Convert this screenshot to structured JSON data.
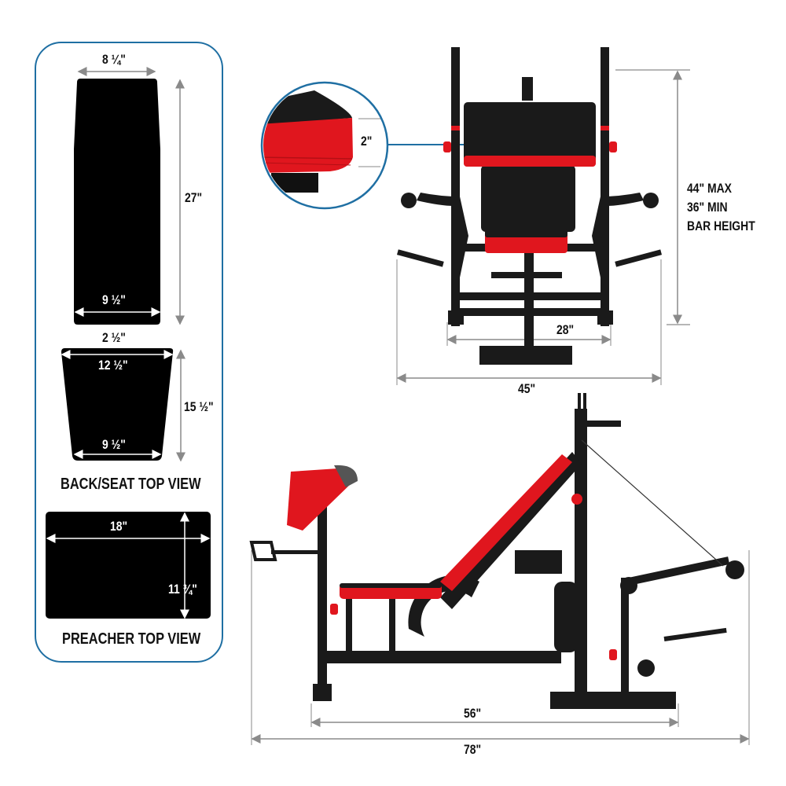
{
  "colors": {
    "panel_border": "#1f6fa3",
    "callout": "#1f6fa3",
    "dimension_line": "#8a8a8a",
    "pad": "#000000",
    "accent_red": "#e0161e",
    "frame": "#1a1a1a"
  },
  "back_pad": {
    "top_width": "8 ¼\"",
    "length": "27\"",
    "bottom_width": "9 ½\""
  },
  "gap_label": "2 ½\"",
  "seat_pad": {
    "top_width": "12 ½\"",
    "length": "15 ½\"",
    "bottom_width": "9 ½\""
  },
  "back_seat_caption": "BACK/SEAT TOP VIEW",
  "preacher_pad": {
    "width": "18\"",
    "depth": "11 ¾\""
  },
  "preacher_caption": "PREACHER TOP VIEW",
  "front_view": {
    "pad_thickness": "2\"",
    "bar_height_lines": [
      "44\" MAX",
      "36\" MIN",
      "BAR HEIGHT"
    ],
    "inner_width": "28\"",
    "overall_width": "45\""
  },
  "side_view": {
    "base_length": "56\"",
    "overall_length": "78\""
  }
}
